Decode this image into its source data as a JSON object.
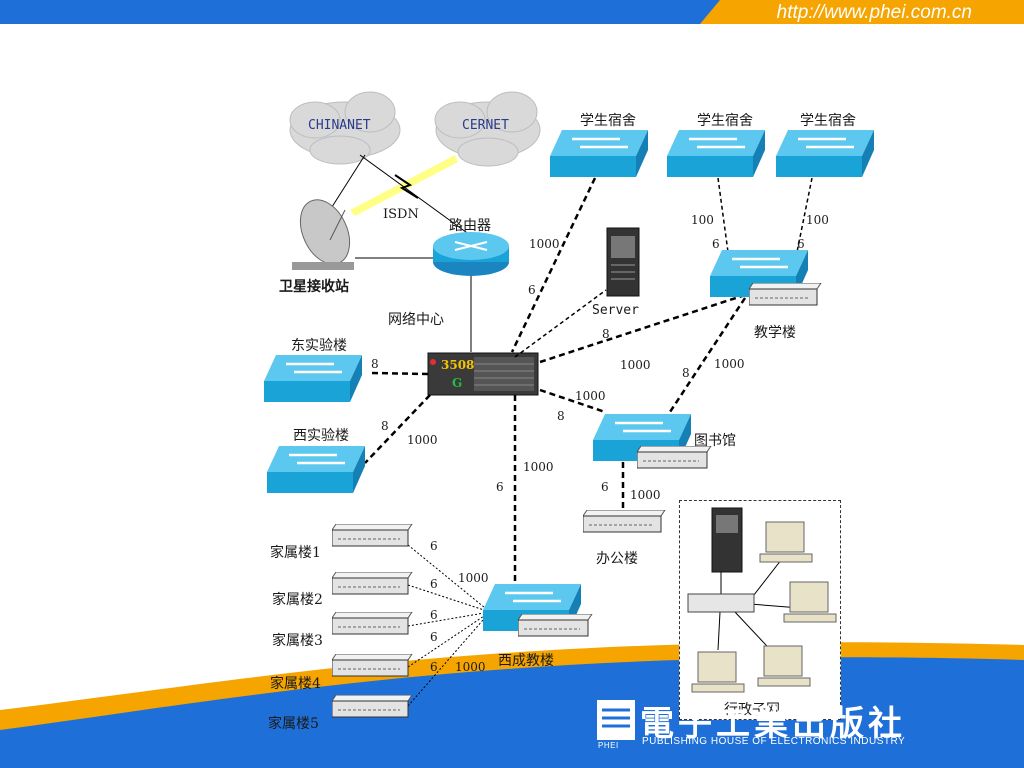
{
  "header": {
    "url": "http://www.phei.com.cn"
  },
  "clouds": {
    "chinanet": "CHINANET",
    "cernet": "CERNET"
  },
  "labels": {
    "isdn": "ISDN",
    "router": "路由器",
    "satellite": "卫星接收站",
    "network_center": "网络中心",
    "core_switch": "3508",
    "core_switch_sub": "G",
    "server": "Server",
    "dorm1": "学生宿舍",
    "dorm2": "学生宿舍",
    "dorm3": "学生宿舍",
    "teaching": "教学楼",
    "east_lab": "东实验楼",
    "west_lab": "西实验楼",
    "library": "图书馆",
    "office": "办公楼",
    "admin_net": "行政子网",
    "xicheng": "西成教楼",
    "family1": "家属楼1",
    "family2": "家属楼2",
    "family3": "家属楼3",
    "family4": "家属楼4",
    "family5": "家属楼5"
  },
  "link_labels": {
    "dorm1_speed": "1000",
    "dorm1_count": "6",
    "dorm2_speed": "100",
    "dorm2_count": "6",
    "dorm3_speed": "100",
    "dorm3_count": "6",
    "teaching_count": "8",
    "teaching_speed": "1000",
    "library_speed_a": "1000",
    "library_count_a": "8",
    "library_speed_b": "1000",
    "library_count_b": "8",
    "east_count": "8",
    "west_count": "8",
    "west_speed": "1000",
    "xicheng_speed": "1000",
    "xicheng_count": "6",
    "office_count": "6",
    "office_speed": "1000",
    "f1_count": "6",
    "f1_speed": "1000",
    "f2_count": "6",
    "f3_count": "6",
    "f4_count": "6",
    "f4_speed": "1000"
  },
  "footer": {
    "publisher_cn": "電子工業出版社",
    "publisher_en": "PUBLISHING HOUSE OF ELECTRONICS INDUSTRY",
    "logo_text": "PHEI"
  },
  "colors": {
    "top_bar": "#1f6fd8",
    "accent": "#f5a400",
    "switch": "#1aa3d6",
    "wave": "#1f6fd8"
  }
}
